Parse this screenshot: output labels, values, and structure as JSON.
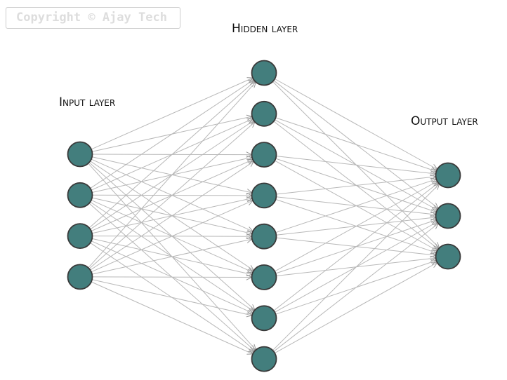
{
  "watermark": "Copyright © Ajay Tech",
  "labels": {
    "input": "Input layer",
    "hidden": "Hidden layer",
    "output": "Output layer"
  },
  "layers": [
    {
      "id": "input",
      "count": 4
    },
    {
      "id": "hidden",
      "count": 8
    },
    {
      "id": "output",
      "count": 3
    }
  ],
  "colors": {
    "node_fill": "#437e7d",
    "node_stroke": "#3a3a3a",
    "edge": "#b8b8b8"
  }
}
